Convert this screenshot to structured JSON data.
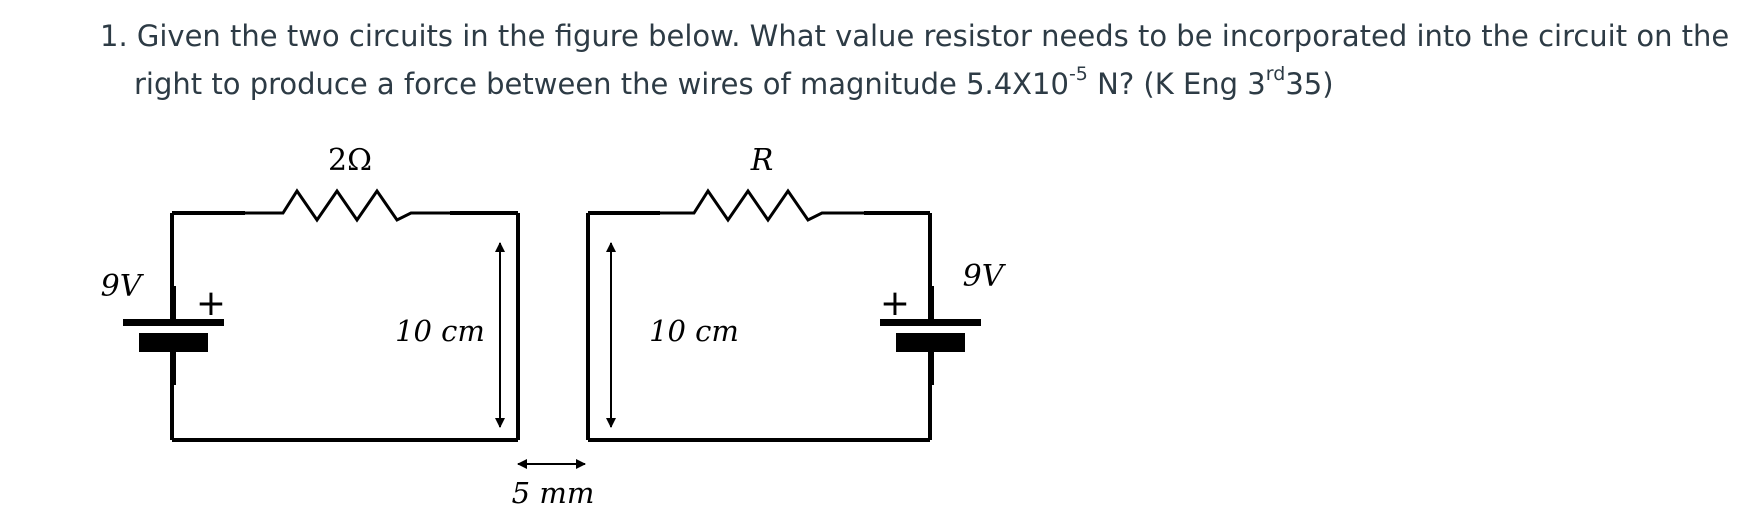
{
  "question": {
    "number": "1.",
    "line1": "Given the two circuits in the figure below. What value resistor needs to be incorporated into the circuit on the",
    "line2_pre": "right to produce a force between the wires of magnitude 5.4X10",
    "exp": "-5",
    "line2_mid": " N? (K Eng 3",
    "ord": "rd",
    "line2_post": "35)"
  },
  "diagram": {
    "left_resistor_label": "2Ω",
    "right_resistor_label": "R",
    "left_battery_label": "9V",
    "right_battery_label": "9V",
    "plus_sign": "+",
    "left_length_label": "10 cm",
    "right_length_label": "10 cm",
    "separation_label": "5 mm"
  },
  "colors": {
    "text": "#2d3b45",
    "lines": "#000000"
  }
}
